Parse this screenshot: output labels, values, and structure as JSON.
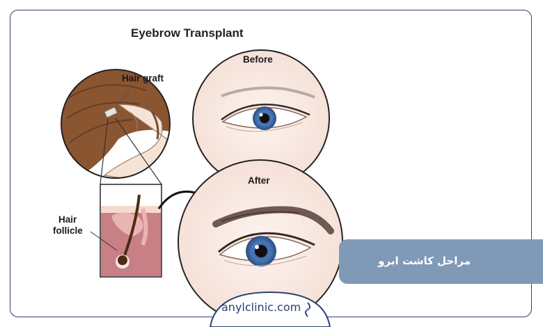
{
  "diagram": {
    "title": "Eyebrow Transplant",
    "labels": {
      "hair_graft": "Hair graft",
      "before": "Before",
      "after": "After",
      "hair_follicle_line1": "Hair",
      "hair_follicle_line2": "follicle"
    }
  },
  "banner": {
    "text": "مراحل کاشت ابرو"
  },
  "footer": {
    "brand": "anylclinic.com"
  },
  "colors": {
    "frame": "#2e3f73",
    "banner": "#8099b7",
    "iris": "#4a78b8",
    "hair": "#7a4a2a",
    "skin_layer": "#c97f86"
  }
}
